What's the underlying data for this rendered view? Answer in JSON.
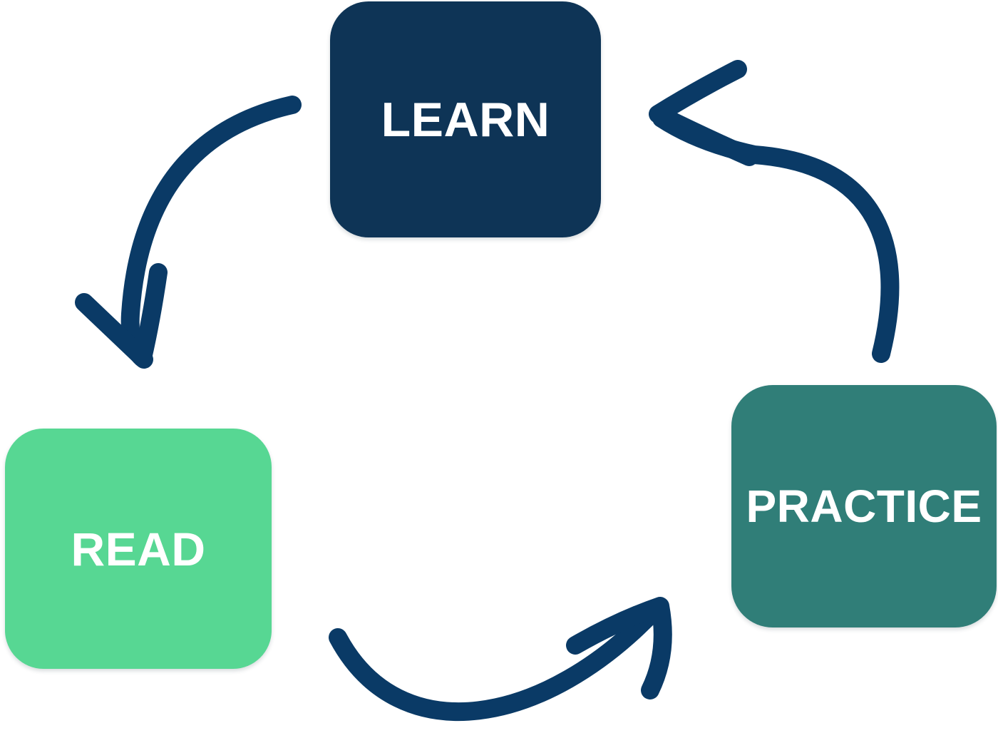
{
  "diagram": {
    "type": "cycle",
    "background": "#FFFFFF",
    "nodes": [
      {
        "id": "learn",
        "label": "LEARN",
        "fill": "#0E3456",
        "text_color": "#FFFFFF"
      },
      {
        "id": "read",
        "label": "READ",
        "fill": "#57D793",
        "text_color": "#FFFFFF"
      },
      {
        "id": "practice",
        "label": "PRACTICE",
        "fill": "#307E78",
        "text_color": "#FFFFFF"
      }
    ],
    "arrows": [
      {
        "id": "learn-to-read",
        "from": "LEARN",
        "to": "READ",
        "style": "hand-drawn-curved",
        "color": "#0A3A66"
      },
      {
        "id": "read-to-practice",
        "from": "READ",
        "to": "PRACTICE",
        "style": "hand-drawn-curved",
        "color": "#0A3A66"
      },
      {
        "id": "practice-to-learn",
        "from": "PRACTICE",
        "to": "LEARN",
        "style": "hand-drawn-curved",
        "color": "#0A3A66"
      }
    ]
  }
}
